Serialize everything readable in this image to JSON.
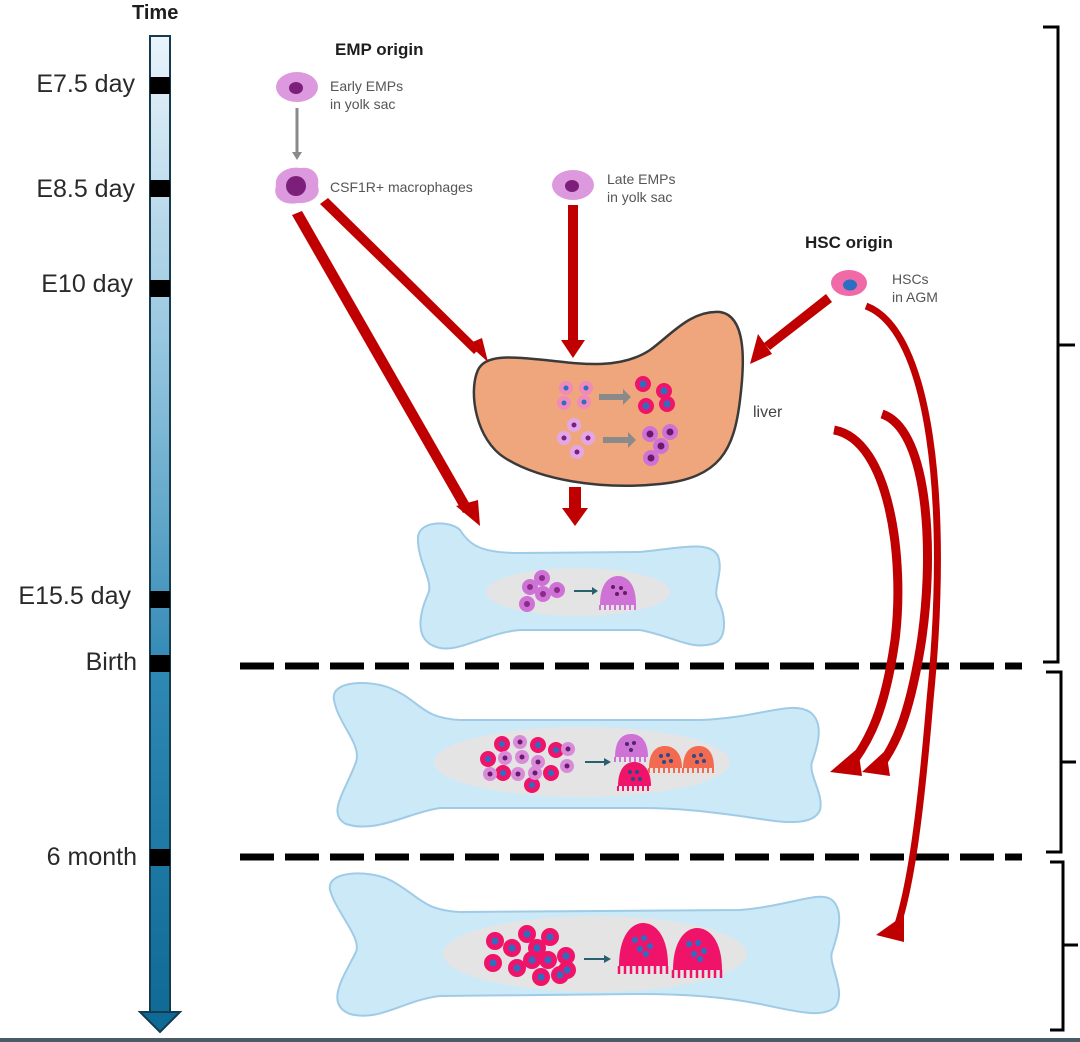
{
  "timeline": {
    "title": "Time",
    "ticks": [
      {
        "label": "E7.5 day"
      },
      {
        "label": "E8.5 day"
      },
      {
        "label": "E10 day"
      },
      {
        "label": "E15.5 day"
      },
      {
        "label": "Birth"
      },
      {
        "label": "6 month"
      }
    ]
  },
  "emp": {
    "heading": "EMP origin",
    "early_line1": "Early EMPs",
    "early_line2": "in yolk sac",
    "macrophage": "CSF1R+ macrophages",
    "late_line1": "Late EMPs",
    "late_line2": "in yolk sac"
  },
  "hsc": {
    "heading": "HSC origin",
    "line1": "HSCs",
    "line2": "in AGM"
  },
  "organs": {
    "liver": "liver"
  },
  "colors": {
    "arrow_red": "#c00000",
    "liver_fill": "#f0a67c",
    "bone_fill": "#cce9f8",
    "marrow_fill": "#e4e4e4",
    "emp_cell": "#dd99dd",
    "emp_nucleus": "#7b1f7b",
    "hsc_cell": "#f06aa8",
    "hsc_nucleus": "#2a6fc4",
    "osteoclast_magenta": "#f0136a",
    "osteoclast_orange": "#f26a4f",
    "osteoclast_purple": "#cf72d6",
    "timeline_dark": "#156f99",
    "timeline_light": "#e8f3fa"
  }
}
